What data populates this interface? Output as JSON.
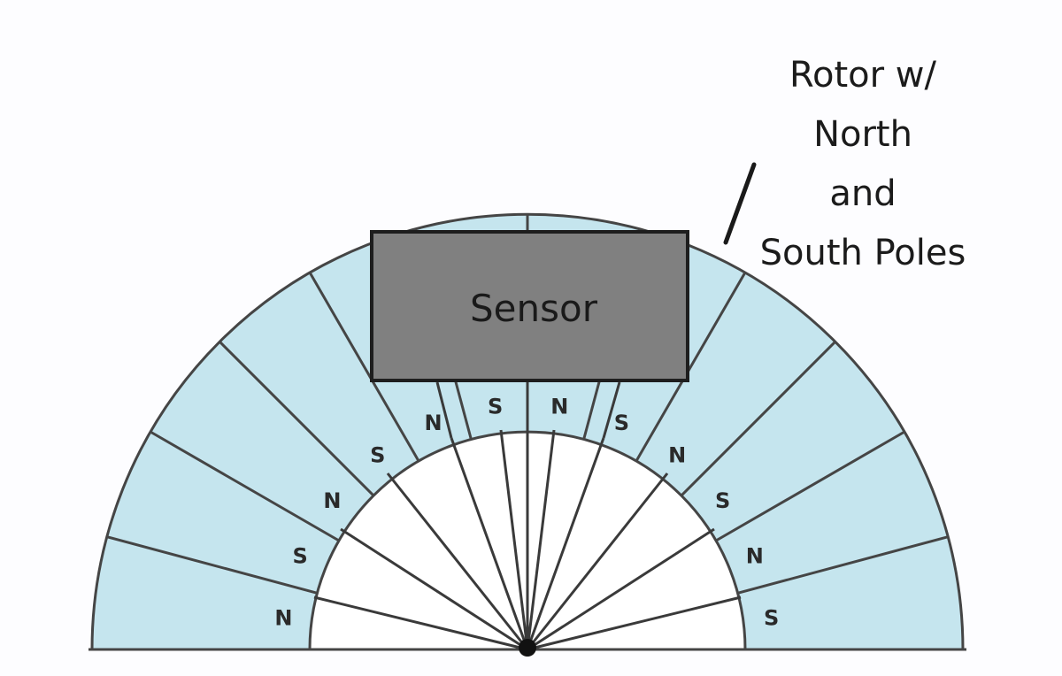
{
  "sensor": {
    "label": "Sensor"
  },
  "callout": {
    "lines": [
      "Rotor w/",
      "North",
      "and",
      "South Poles"
    ]
  },
  "rotor": {
    "poles": [
      "N",
      "S",
      "N",
      "S",
      "N",
      "S",
      "N",
      "S",
      "N",
      "S",
      "N",
      "S"
    ]
  },
  "colors": {
    "rotor_fill": "#c5e5ee",
    "outline": "#454545",
    "sensor_fill": "#808080",
    "background": "#fdfdff"
  }
}
